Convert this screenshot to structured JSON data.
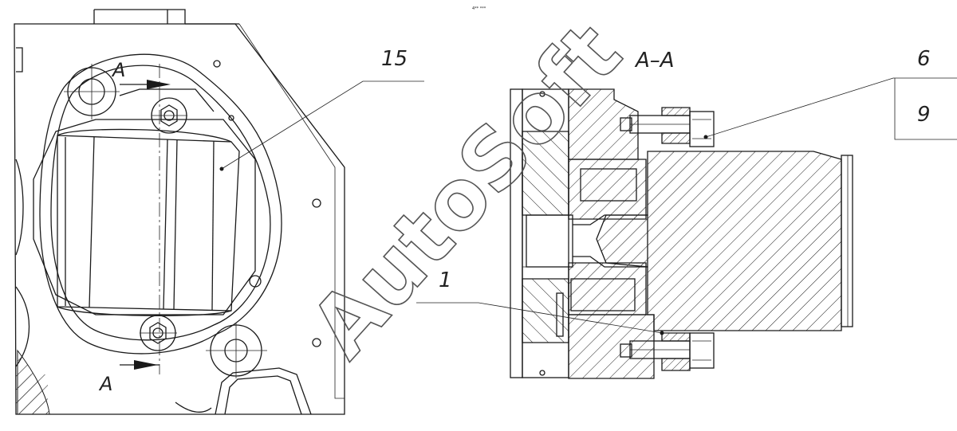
{
  "drawing": {
    "section_label": "А–А",
    "cut_marker_top": "А",
    "cut_marker_bottom": "А",
    "callouts": {
      "part_15": "15",
      "part_1": "1",
      "part_6": "6",
      "part_9": "9"
    },
    "watermark": "AutoSoft",
    "tiny_text": "4** ***"
  },
  "colors": {
    "line": "#1a1a1a",
    "watermark_stroke": "#555555",
    "background": "#ffffff"
  }
}
